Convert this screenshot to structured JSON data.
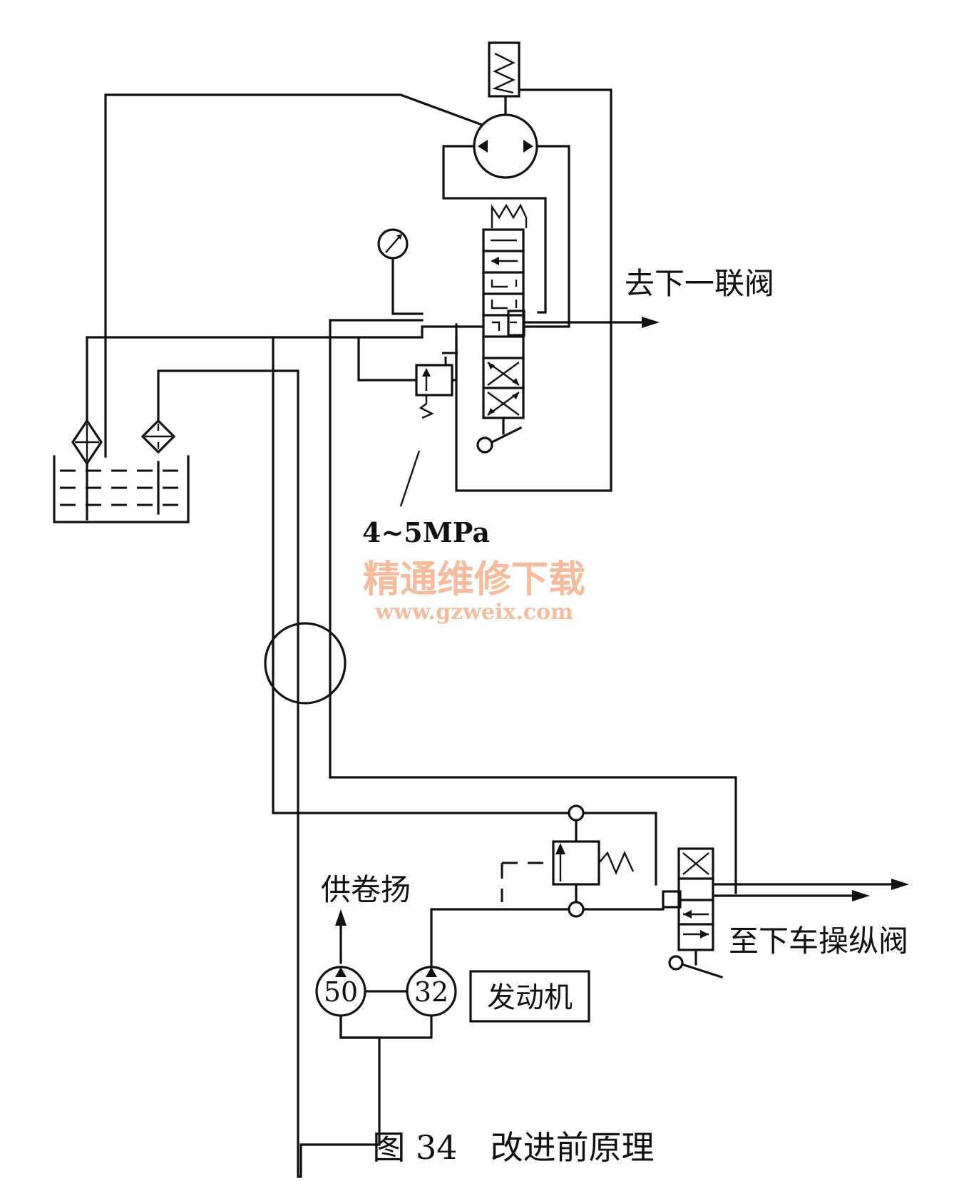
{
  "labels": {
    "to_next_valve": "去下一联阀",
    "pressure": "4~5MPa",
    "supply_winch": "供卷扬",
    "to_lower_valve": "至下车操纵阀",
    "engine": "发动机",
    "pump_50": "50",
    "pump_32": "32"
  },
  "watermark": {
    "line1": "精通维修下载",
    "line2": "www.gzweix.com",
    "color": "#f5b08c"
  },
  "caption": "图 34　改进前原理"
}
